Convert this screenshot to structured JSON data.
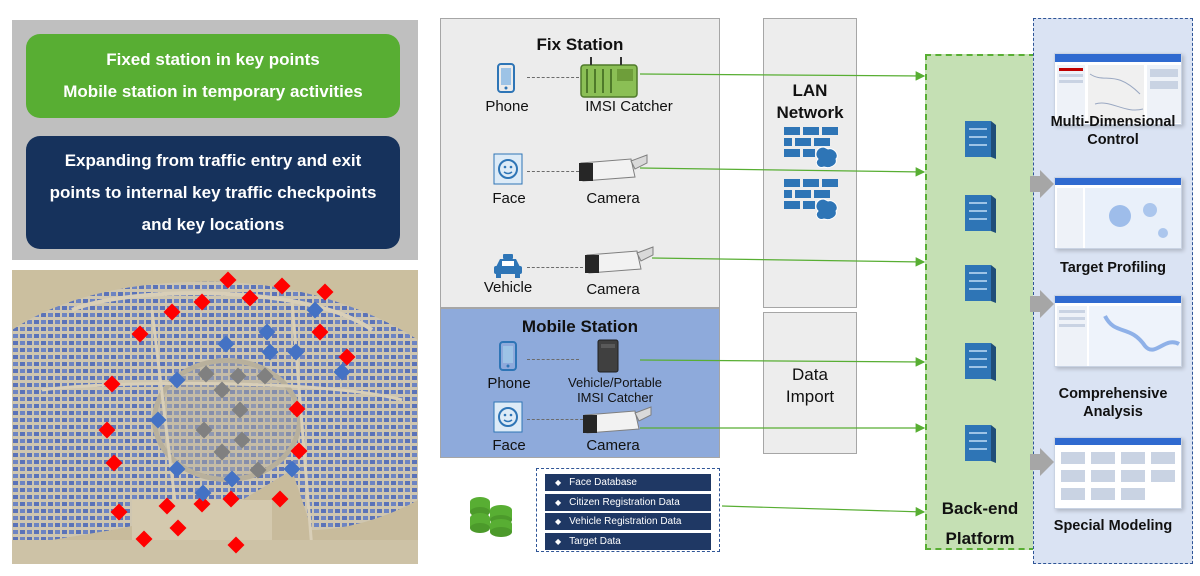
{
  "left_panel": {
    "green_lines": [
      "Fixed station in key points",
      "Mobile station in temporary activities"
    ],
    "navy_lines": [
      "Expanding from traffic entry and exit",
      "points to internal key traffic checkpoints",
      "and key locations"
    ]
  },
  "fix_station": {
    "title": "Fix Station",
    "rows": [
      {
        "source": "Phone",
        "device": "IMSI Catcher"
      },
      {
        "source": "Face",
        "device": "Camera"
      },
      {
        "source": "Vehicle",
        "device": "Camera"
      }
    ]
  },
  "mobile_station": {
    "title": "Mobile Station",
    "rows": [
      {
        "source": "Phone",
        "device_line1": "Vehicle/Portable",
        "device_line2": "IMSI Catcher"
      },
      {
        "source": "Face",
        "device": "Camera"
      }
    ]
  },
  "lan": {
    "line1": "LAN",
    "line2": "Network"
  },
  "data_import": {
    "line1": "Data",
    "line2": "Import"
  },
  "databases": [
    "Face Database",
    "Citizen Registration Data",
    "Vehicle Registration Data",
    "Target Data"
  ],
  "backend": {
    "line1": "Back-end",
    "line2": "Platform"
  },
  "outputs": [
    {
      "line1": "Multi-Dimensional",
      "line2": "Control"
    },
    {
      "line1": "Target Profiling"
    },
    {
      "line1": "Comprehensive",
      "line2": "Analysis"
    },
    {
      "line1": "Special Modeling"
    }
  ],
  "colors": {
    "green": "#58ae33",
    "navy": "#16325c",
    "mobile_blue": "#8eaadb",
    "backend_green": "#c5e0b4",
    "icon_blue": "#2e75b6",
    "marker_red": "#ff0000",
    "marker_blue": "#4472c4",
    "marker_gray": "#808080"
  }
}
